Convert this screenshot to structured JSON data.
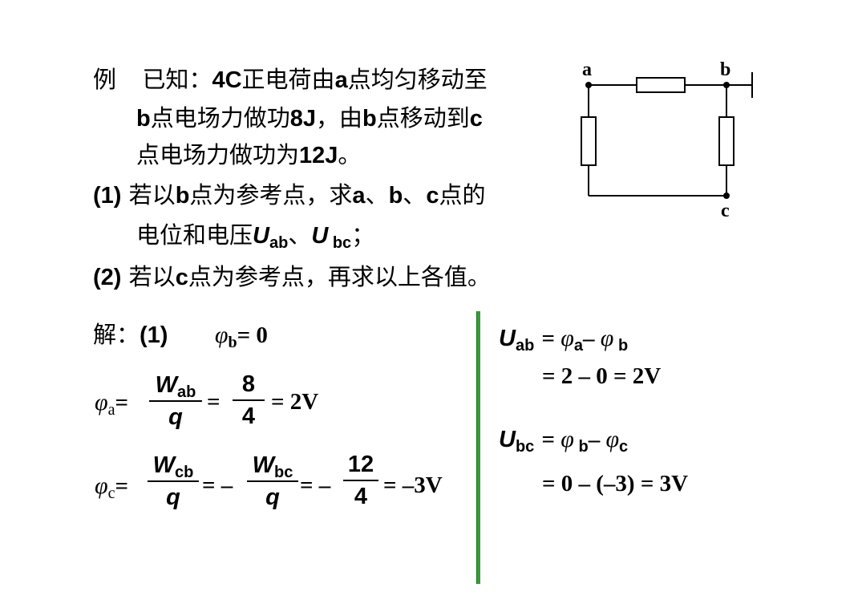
{
  "problem": {
    "tag": "例",
    "line1_prefix": "已知：",
    "line1_num": "4C",
    "line1_mid": "正电荷由",
    "line1_a": "a",
    "line1_end": "点均匀移动至",
    "line2_b": "b",
    "line2_mid": "点电场力做功",
    "line2_num": "8J",
    "line2_mid2": "，由",
    "line2_b2": "b",
    "line2_end": "点移动到",
    "line2_c": "c",
    "line3_mid": "点电场力做功为",
    "line3_num": "12J",
    "line3_end": "。",
    "q1_label": "(1)",
    "q1_line1_a": "若以",
    "q1_line1_b": "b",
    "q1_line1_c": "点为参考点，求",
    "q1_line1_d": "a",
    "q1_line1_e": "、",
    "q1_line1_f": "b",
    "q1_line1_g": "、",
    "q1_line1_h": "c",
    "q1_line1_i": "点的",
    "q1_line2_a": "电位和电压",
    "q1_line2_U1": "U",
    "q1_line2_sub1": "ab",
    "q1_line2_sep": "、",
    "q1_line2_U2": "U",
    "q1_line2_sub2": " bc",
    "q1_line2_end": "；",
    "q2_label": "(2)",
    "q2_a": "若以",
    "q2_c": "c",
    "q2_b": "点为参考点，再求以上各值。"
  },
  "circuit": {
    "node_a": "a",
    "node_b": "b",
    "node_c": "c"
  },
  "solution": {
    "label": "解：",
    "part": "(1)",
    "phi": "φ",
    "sub_b": "b",
    "eq_b": "= 0",
    "sub_a": "a",
    "eq": "=",
    "W": "W",
    "sub_ab": "ab",
    "q": "q",
    "num8": "8",
    "den4": "4",
    "res_a": "= 2V",
    "sub_c": "c",
    "sub_cb": "cb",
    "minus": "= –",
    "sub_bc": "bc",
    "num12": "12",
    "res_c": "= –3V"
  },
  "right": {
    "U": "U",
    "sub_ab": "ab",
    "eq1": "= ",
    "phi": "φ",
    "sub_a": "a",
    "minus": "– ",
    "sub_b": " b",
    "line2": "= 2 – 0 = 2V",
    "sub_bc": "bc",
    "sub_b2": " b",
    "sub_c": "c",
    "line4": "= 0 – (–3) = 3V"
  }
}
